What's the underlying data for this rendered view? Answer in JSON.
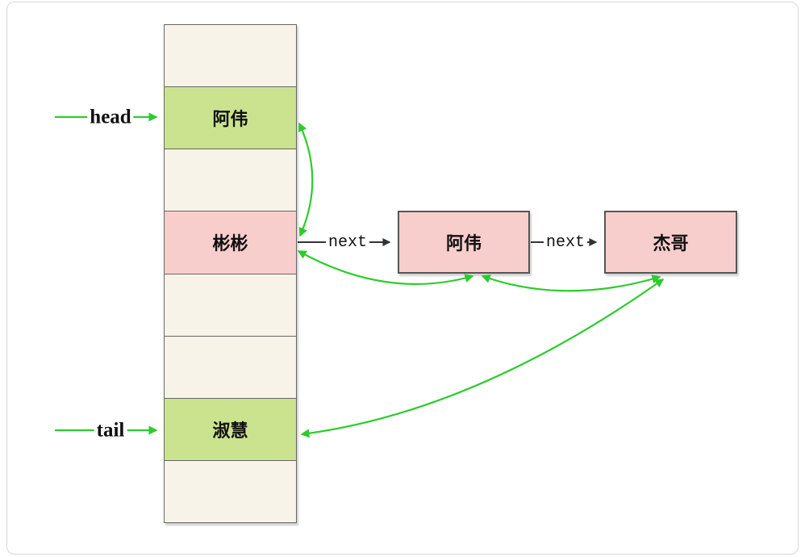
{
  "colors": {
    "card_border": "#d7d7d7",
    "cell_border": "#666666",
    "empty_fill": "#f7f3e9",
    "green_fill": "#cbe38f",
    "pink_fill": "#f8cecc",
    "node_border": "#555555",
    "arrow_green": "#2dcb2d",
    "arrow_black": "#333333",
    "label_text": "#111111"
  },
  "array": {
    "cells": [
      {
        "label": ""
      },
      {
        "label": "阿伟"
      },
      {
        "label": ""
      },
      {
        "label": "彬彬"
      },
      {
        "label": ""
      },
      {
        "label": ""
      },
      {
        "label": "淑慧"
      },
      {
        "label": ""
      }
    ]
  },
  "pointers": {
    "head_label": "head",
    "tail_label": "tail"
  },
  "chain": {
    "nodes": [
      {
        "label": "阿伟"
      },
      {
        "label": "杰哥"
      }
    ],
    "edge_labels": [
      {
        "label": "next"
      },
      {
        "label": "next"
      }
    ]
  }
}
